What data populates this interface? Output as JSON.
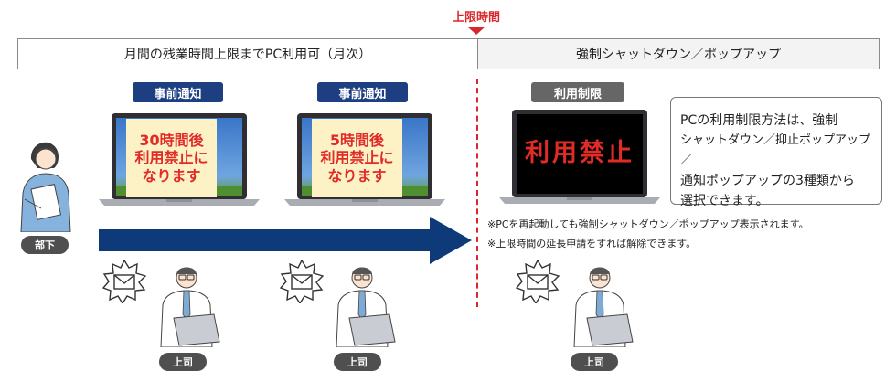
{
  "timeline": {
    "limit_label": "上限時間",
    "left_period": "月間の残業時間上限までPC利用可（月次）",
    "right_period": "強制シャットダウン／ポップアップ"
  },
  "notices": [
    {
      "badge": "事前通知",
      "screen_lines": [
        "30時間後",
        "利用禁止に",
        "なります"
      ]
    },
    {
      "badge": "事前通知",
      "screen_lines": [
        "5時間後",
        "利用禁止に",
        "なります"
      ]
    }
  ],
  "restriction": {
    "badge": "利用制限",
    "screen_text": "利用禁止"
  },
  "info_box": {
    "lines": [
      "PCの利用制限方法は、強制",
      "シャットダウン／抑止ポップアップ／",
      "通知ポップアップの3種類から",
      "選択できます。"
    ]
  },
  "notes": [
    "※PCを再起動しても強制シャットダウン／ポップアップ表示されます。",
    "※上限時間の延長申請をすれば解除できます。"
  ],
  "roles": {
    "subordinate": "部下",
    "boss": "上司"
  },
  "colors": {
    "navy": "#1d3f82",
    "red": "#d9272e",
    "arrow": "#0f3a7a",
    "screen_yellow": "#fdf2c6"
  }
}
